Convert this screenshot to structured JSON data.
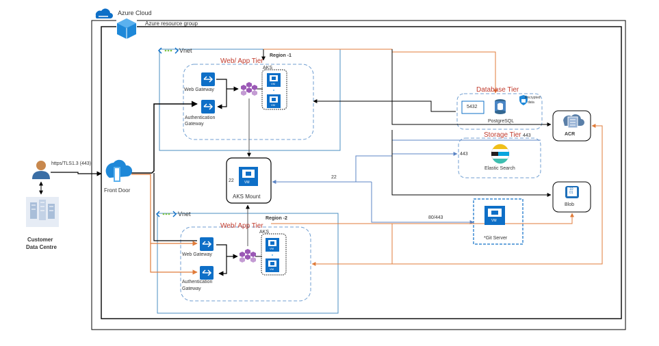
{
  "azure_cloud": {
    "label": "Azure Cloud"
  },
  "resource_group": {
    "label": "Azure resource group"
  },
  "region1": {
    "vnet": "Vnet",
    "region": "Region -1",
    "tier": "Web/ App Tier",
    "aks": "AKS",
    "web_gateway": "Web Gateway",
    "auth_gateway_line1": "Authentication",
    "auth_gateway_line2": "Gateway",
    "vm": "VM"
  },
  "region2": {
    "vnet": "Vnet",
    "region": "Region -2",
    "tier": "Web/ App Tier",
    "aks": "AKS",
    "web_gateway": "Web Gateway",
    "auth_gateway_line1": "Authentication",
    "auth_gateway_line2": "Gateway",
    "vm": "VM"
  },
  "database_tier": {
    "title": "Database Tier",
    "port": "5432",
    "db": "PostgreSQL",
    "encrypted_line1": "Encrypted",
    "encrypted_line2": "data"
  },
  "storage_tier": {
    "title": "Storage Tier",
    "port_in": "443",
    "port_out": "443",
    "service": "Elastic Search"
  },
  "acr": {
    "label": "ACR"
  },
  "blob": {
    "label": "Blob",
    "glyph": "10\n01"
  },
  "git_server": {
    "label": "*Git Server",
    "vm": "VM"
  },
  "aks_mount": {
    "label": "AKS Mount",
    "vm": "VM",
    "port": "22"
  },
  "front_door": {
    "label": "Front Door"
  },
  "customer": {
    "protocol": "https/TLS1.3 (443)",
    "label_line1": "Customer",
    "label_line2": "Data Centre"
  },
  "ports": {
    "ssh": "22",
    "git": "80/443"
  },
  "icons": [
    "azure-cloud-icon",
    "resource-group-icon",
    "vnet-icon",
    "gateway-icon",
    "kubernetes-icon",
    "vm-icon",
    "postgresql-icon",
    "lock-shield-icon",
    "elastic-search-icon",
    "acr-icon",
    "blob-icon",
    "front-door-icon",
    "user-icon",
    "datacenter-icon"
  ],
  "colors": {
    "azure_blue": "#0e6fc7",
    "vnet_border": "#4a8ec2",
    "tier_dash": "#6f9ed1",
    "orange": "#e07b39",
    "link_blue": "#5b84c4",
    "tier_title": "#c0392b",
    "aks_purple": "#9b59b6",
    "vnet_green": "#7dc242"
  }
}
